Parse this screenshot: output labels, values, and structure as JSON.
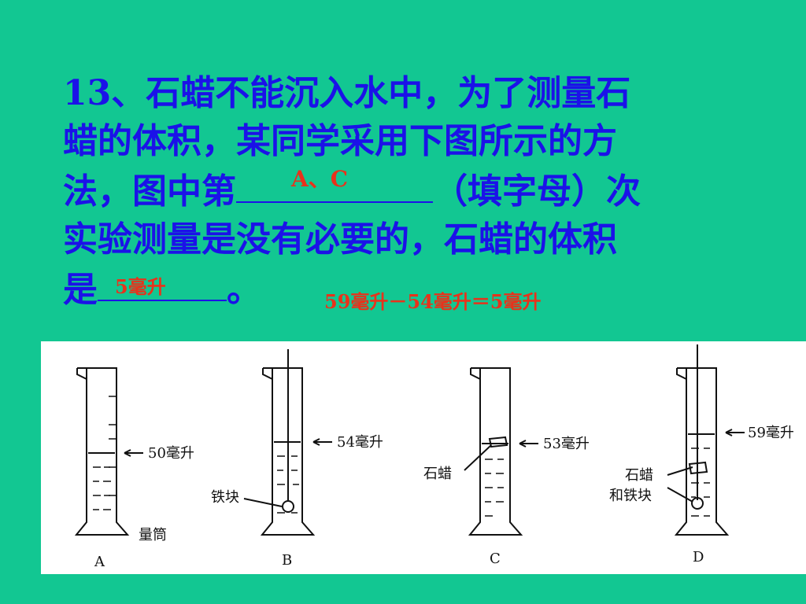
{
  "question": {
    "line1": "13、石蜡不能沉入水中，为了测量石",
    "line2": "蜡的体积，某同学采用下图所示的方",
    "line3_a": "法，图中第",
    "line3_b": "（填字母）次",
    "line4": "实验测量是没有必要的，石蜡的体积",
    "line5_a": "是",
    "line5_b": "。"
  },
  "answers": {
    "blank1": "A、C",
    "blank2": "5毫升",
    "calculation": "59毫升－54毫升＝5毫升"
  },
  "figure": {
    "cylinders": [
      {
        "letter": "A",
        "reading": "50毫升",
        "caption": "量筒"
      },
      {
        "letter": "B",
        "reading": "54毫升",
        "object_label": "铁块"
      },
      {
        "letter": "C",
        "reading": "53毫升",
        "object_label": "石蜡"
      },
      {
        "letter": "D",
        "reading": "59毫升",
        "object_label_1": "石蜡",
        "object_label_2": "和铁块"
      }
    ]
  },
  "colors": {
    "background": "#12c792",
    "question_text": "#1b12e8",
    "answer_text": "#e8321b"
  }
}
